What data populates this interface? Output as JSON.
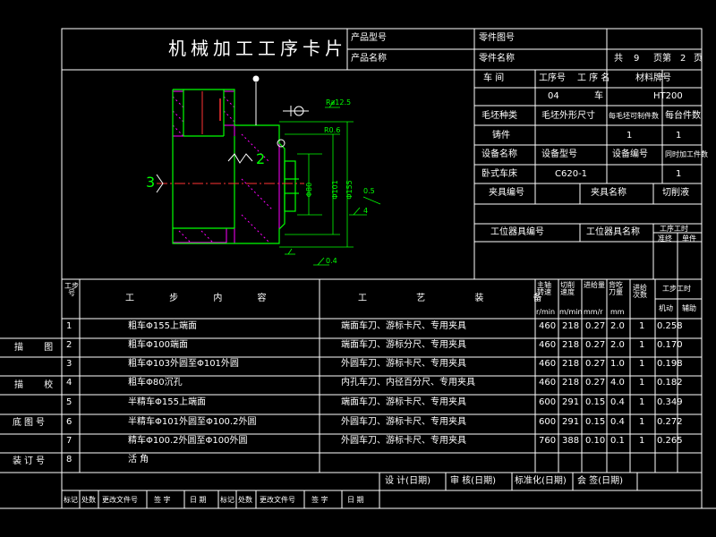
{
  "card_title": "机械加工工序卡片",
  "header": {
    "product_model_label": "产品型号",
    "product_name_label": "产品名称",
    "part_drawing_no_label": "零件图号",
    "part_name_label": "零件名称",
    "total_pages_label": "共",
    "total_pages_value": "9",
    "page_label": "页第",
    "page_value": "2",
    "page_suffix": "页"
  },
  "info": {
    "workshop_label": "车  间",
    "process_no_label": "工序号",
    "process_name_label": "工 序 名",
    "material_label": "材料牌号",
    "workshop_value": "",
    "process_no_value": "04",
    "process_name_value": "车",
    "material_value": "HT200",
    "blank_type_label": "毛坯种类",
    "blank_size_label": "毛坯外形尺寸",
    "blank_parts_label": "每毛坯可制件数",
    "parts_per_unit_label": "每台件数",
    "blank_type_value": "铸件",
    "blank_size_value": "",
    "blank_parts_value": "1",
    "parts_per_unit_value": "1",
    "equipment_name_label": "设备名称",
    "equipment_model_label": "设备型号",
    "equipment_no_label": "设备编号",
    "simultaneous_label": "同时加工件数",
    "equipment_name_value": "卧式车床",
    "equipment_model_value": "C620-1",
    "equipment_no_value": "",
    "simultaneous_value": "1",
    "fixture_no_label": "夹具编号",
    "fixture_name_label": "夹具名称",
    "coolant_label": "切削液",
    "station_tool_no_label": "工位器具编号",
    "station_tool_name_label": "工位器具名称",
    "process_time_label": "工序工时",
    "standard_time_label": "准终",
    "unit_time_label": "单件"
  },
  "drawing": {
    "dim_ra": "Ra12.5",
    "dim_r": "R0.6",
    "dim_d1": "Φ80",
    "dim_d2": "Φ101",
    "dim_d3": "Φ155",
    "label_2": "2",
    "label_3": "3",
    "label_4": "4",
    "tol1": "0.5",
    "tol2": "0.4"
  },
  "steps_header": {
    "step_no": "工步号",
    "step_content": "工 步 内 容",
    "equipment": "工 艺 装 备",
    "spindle_speed": "主轴转速",
    "spindle_unit": "r/min",
    "cut_speed": "切削速度",
    "cut_speed_unit": "m/min",
    "feed": "进给量",
    "feed_unit": "mm/r",
    "depth": "背吃刀量",
    "depth_unit": "mm",
    "passes": "进给次数",
    "step_time": "工步工时",
    "machine_time": "机动",
    "aux_time": "辅助"
  },
  "steps": [
    {
      "no": "1",
      "content": "粗车Φ155上端面",
      "equipment": "端面车刀、游标卡尺、专用夹具",
      "n": "460",
      "v": "218",
      "f": "0.27",
      "ap": "2.0",
      "i": "1",
      "tm": "0.258"
    },
    {
      "no": "2",
      "content": "粗车Φ100端面",
      "equipment": "端面车刀、游标分尺、专用夹具",
      "n": "460",
      "v": "218",
      "f": "0.27",
      "ap": "2.0",
      "i": "1",
      "tm": "0.170"
    },
    {
      "no": "3",
      "content": "粗车Φ103外圆至Φ101外圆",
      "equipment": "外圆车刀、游标卡尺、专用夹具",
      "n": "460",
      "v": "218",
      "f": "0.27",
      "ap": "1.0",
      "i": "1",
      "tm": "0.198"
    },
    {
      "no": "4",
      "content": "粗车Φ80沉孔",
      "equipment": "内孔车刀、内径百分尺、专用夹具",
      "n": "460",
      "v": "218",
      "f": "0.27",
      "ap": "4.0",
      "i": "1",
      "tm": "0.182"
    },
    {
      "no": "5",
      "content": "半精车Φ155上端面",
      "equipment": "端面车刀、游标卡尺、专用夹具",
      "n": "600",
      "v": "291",
      "f": "0.15",
      "ap": "0.4",
      "i": "1",
      "tm": "0.349"
    },
    {
      "no": "6",
      "content": "半精车Φ101外圆至Φ100.2外圆",
      "equipment": "外圆车刀、游标卡尺、专用夹具",
      "n": "600",
      "v": "291",
      "f": "0.15",
      "ap": "0.4",
      "i": "1",
      "tm": "0.272"
    },
    {
      "no": "7",
      "content": "精车Φ100.2外圆至Φ100外圆",
      "equipment": "外圆车刀、游标卡尺、专用夹具",
      "n": "760",
      "v": "388",
      "f": "0.10",
      "ap": "0.1",
      "i": "1",
      "tm": "0.265"
    },
    {
      "no": "8",
      "content": "活 角",
      "equipment": "",
      "n": "",
      "v": "",
      "f": "",
      "ap": "",
      "i": "",
      "tm": ""
    }
  ],
  "side": {
    "trace": "描 图",
    "check": "描 校",
    "base_no": "底图号",
    "binding_no": "装订号"
  },
  "footer": {
    "design": "设 计(日期)",
    "review": "审 核(日期)",
    "standard": "标准化(日期)",
    "countersign": "会 签(日期)",
    "mark": "标记",
    "place": "处数",
    "change_doc": "更改文件号",
    "sign": "签 字",
    "date": "日 期"
  },
  "colors": {
    "lines": "#ffffff",
    "part": "#00ff00",
    "red": "#ff3333",
    "magenta": "#ff00ff",
    "yellow": "#ffff00",
    "cyan": "#00ffff"
  }
}
